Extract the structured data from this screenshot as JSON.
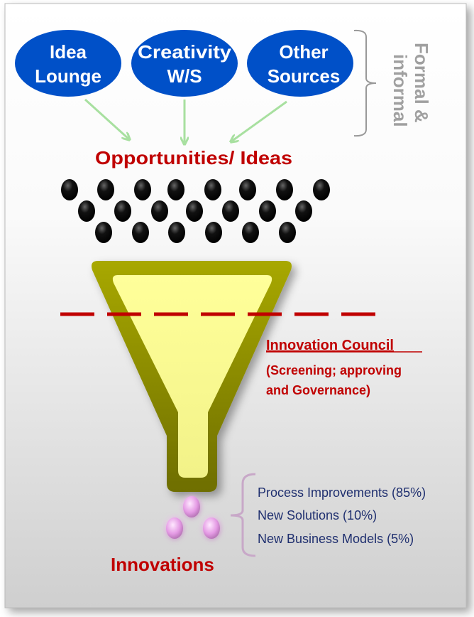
{
  "sources": [
    {
      "lines": [
        "Idea",
        "Lounge"
      ]
    },
    {
      "lines": [
        "Creativity",
        "W/S"
      ]
    },
    {
      "lines": [
        "Other",
        "Sources"
      ]
    }
  ],
  "sources_bracket_label": [
    "Formal &",
    "informal"
  ],
  "opportunities_label": "Opportunities/ Ideas",
  "council": {
    "title": "Innovation Council",
    "description": [
      "(Screening; approving",
      "and Governance)"
    ]
  },
  "outcomes": [
    "Process Improvements (85%)",
    "New Solutions (10%)",
    "New Business Models (5%)"
  ],
  "innovations_label": "Innovations",
  "colors": {
    "source_blue": "#0050c8",
    "accent_red": "#c00000",
    "arrow_green": "#a8e0a0",
    "funnel_outer": "#8a8a00",
    "funnel_inner": "#ffff99",
    "outcome_text": "#1f2f6f"
  }
}
